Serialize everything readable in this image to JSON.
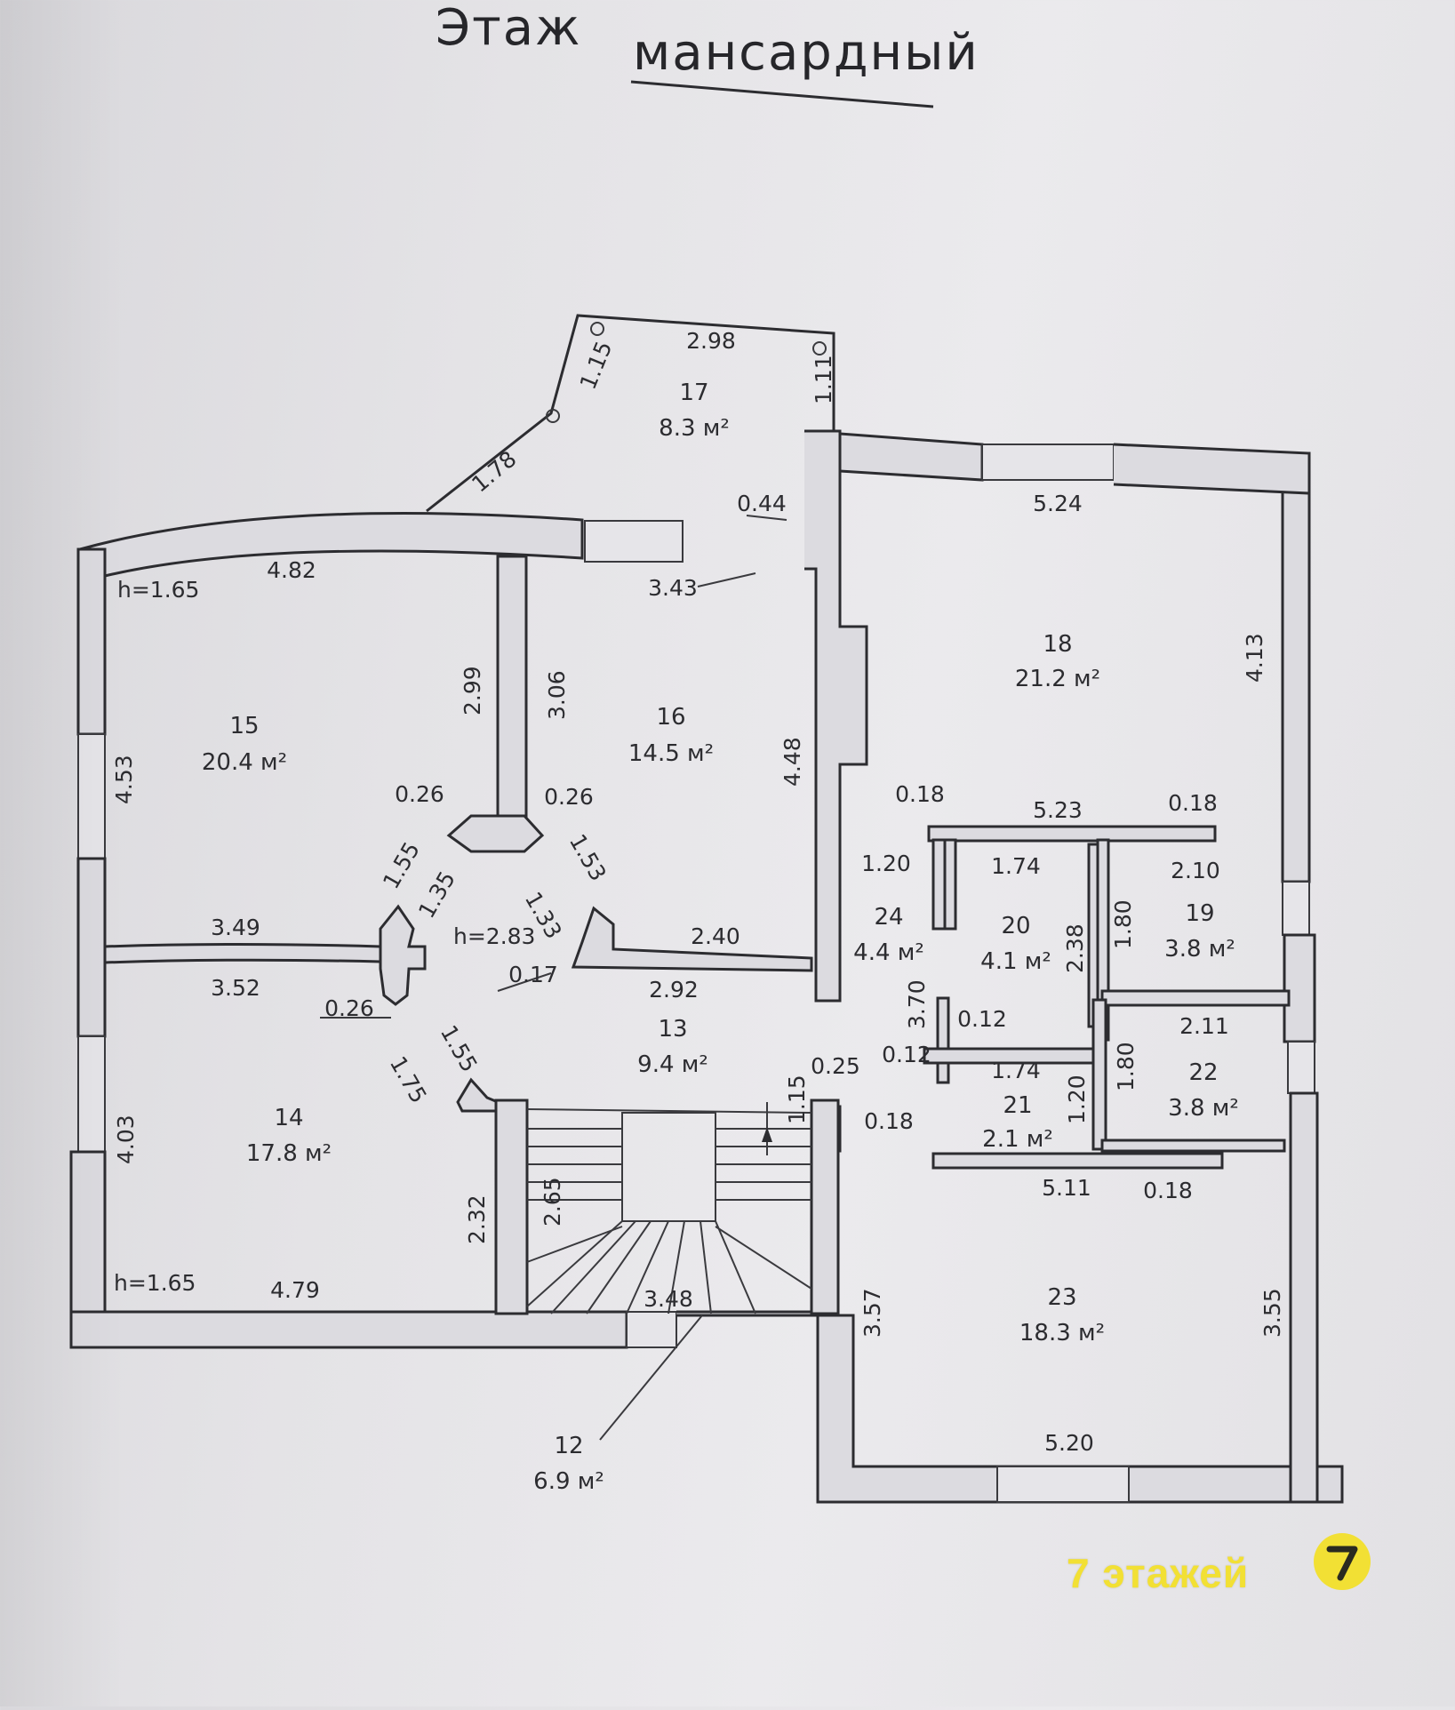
{
  "title": {
    "prefix": "Этаж",
    "name": "мансардный"
  },
  "rooms": [
    {
      "id": "12",
      "number": "12",
      "area": "6.9 м²"
    },
    {
      "id": "13",
      "number": "13",
      "area": "9.4 м²"
    },
    {
      "id": "14",
      "number": "14",
      "area": "17.8 м²"
    },
    {
      "id": "15",
      "number": "15",
      "area": "20.4 м²"
    },
    {
      "id": "16",
      "number": "16",
      "area": "14.5 м²"
    },
    {
      "id": "17",
      "number": "17",
      "area": "8.3 м²"
    },
    {
      "id": "18",
      "number": "18",
      "area": "21.2 м²"
    },
    {
      "id": "19",
      "number": "19",
      "area": "3.8 м²"
    },
    {
      "id": "20",
      "number": "20",
      "area": "4.1 м²"
    },
    {
      "id": "21",
      "number": "21",
      "area": "2.1 м²"
    },
    {
      "id": "22",
      "number": "22",
      "area": "3.8 м²"
    },
    {
      "id": "23",
      "number": "23",
      "area": "18.3 м²"
    },
    {
      "id": "24",
      "number": "24",
      "area": "4.4 м²"
    }
  ],
  "heights": {
    "h15": "h=1.65",
    "h14": "h=1.65",
    "h13": "h=2.83"
  },
  "dimensions": {
    "d298": "2.98",
    "d115": "1.15",
    "d111": "1.11",
    "d178": "1.78",
    "d044": "0.44",
    "d343": "3.43",
    "d482": "4.82",
    "d299": "2.99",
    "d306": "3.06",
    "d453": "4.53",
    "d448": "4.48",
    "d524": "5.24",
    "d413": "4.13",
    "d018a": "0.18",
    "d523": "5.23",
    "d018b": "0.18",
    "d026a": "0.26",
    "d026b": "0.26",
    "d155a": "1.55",
    "d135": "1.35",
    "d133": "1.33",
    "d153": "1.53",
    "d120a": "1.20",
    "d174a": "1.74",
    "d210": "2.10",
    "d180a": "1.80",
    "d238": "2.38",
    "d349": "3.49",
    "d352": "3.52",
    "d240": "2.40",
    "d017": "0.17",
    "d292": "2.92",
    "d026c": "0.26",
    "d370": "3.70",
    "d012a": "0.12",
    "d012b": "0.12",
    "d211": "2.11",
    "d155b": "1.55",
    "d175": "1.75",
    "d025": "0.25",
    "d174b": "1.74",
    "d120b": "1.20",
    "d180b": "1.80",
    "d403": "4.03",
    "d018c": "0.18",
    "d115b": "1.15",
    "d511": "5.11",
    "d018d": "0.18",
    "d265": "2.65",
    "d232": "2.32",
    "d357": "3.57",
    "d355": "3.55",
    "d479": "4.79",
    "d348": "3.48",
    "d520": "5.20"
  },
  "watermark": {
    "text": "7 этажей",
    "logo_digit": "7"
  }
}
